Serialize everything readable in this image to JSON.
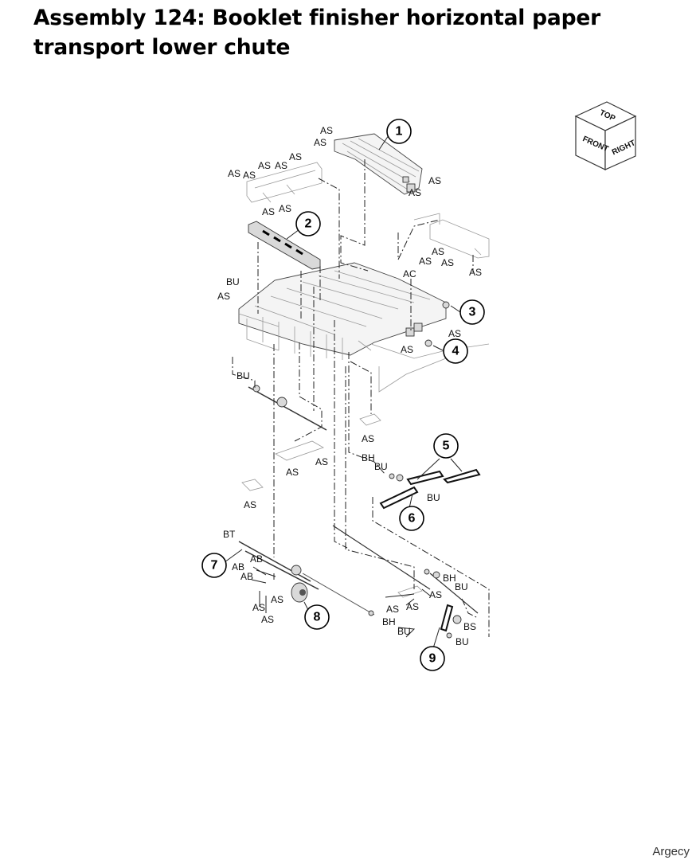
{
  "page": {
    "title": "Assembly 124: Booklet finisher horizontal paper transport lower chute",
    "footer": "Argecy"
  },
  "orientation_cube": {
    "icon": "orientation-cube-icon",
    "top": "TOP",
    "front": "FRONT",
    "right": "RIGHT"
  },
  "callouts": [
    "1",
    "2",
    "3",
    "4",
    "5",
    "6",
    "7",
    "8",
    "9"
  ],
  "labels": {
    "as": "AS",
    "bu": "BU",
    "ac": "AC",
    "bh": "BH",
    "bt": "BT",
    "ab": "AB",
    "bs": "BS"
  }
}
